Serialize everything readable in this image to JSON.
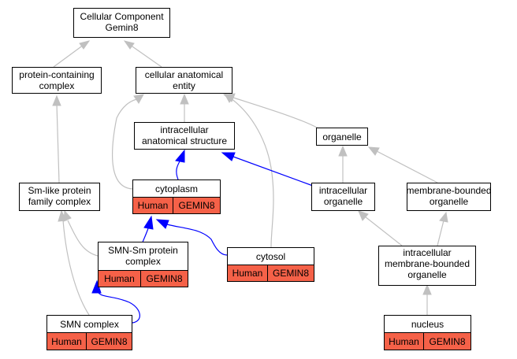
{
  "title": {
    "line1": "Cellular Component",
    "line2": "Gemin8"
  },
  "nodes": {
    "protein_containing_complex": {
      "line1": "protein-containing",
      "line2": "complex"
    },
    "cellular_anatomical_entity": {
      "line1": "cellular anatomical",
      "line2": "entity"
    },
    "intracellular_anatomical_structure": {
      "line1": "intracellular",
      "line2": "anatomical structure"
    },
    "organelle": {
      "line1": "organelle"
    },
    "sm_like_protein_family_complex": {
      "line1": "Sm-like protein",
      "line2": "family complex"
    },
    "cytoplasm": {
      "line1": "cytoplasm",
      "species": "Human",
      "gene": "GEMIN8"
    },
    "intracellular_organelle": {
      "line1": "intracellular",
      "line2": "organelle"
    },
    "membrane_bounded_organelle": {
      "line1": "membrane-bounded",
      "line2": "organelle"
    },
    "smn_sm_protein_complex": {
      "line1": "SMN-Sm protein",
      "line2": "complex",
      "species": "Human",
      "gene": "GEMIN8"
    },
    "cytosol": {
      "line1": "cytosol",
      "species": "Human",
      "gene": "GEMIN8"
    },
    "intracellular_membrane_bounded_organelle": {
      "line1": "intracellular",
      "line2": "membrane-bounded",
      "line3": "organelle"
    },
    "smn_complex": {
      "line1": "SMN complex",
      "species": "Human",
      "gene": "GEMIN8"
    },
    "nucleus": {
      "line1": "nucleus",
      "species": "Human",
      "gene": "GEMIN8"
    }
  },
  "colors": {
    "annotation": "#f56148",
    "part_of_edge": "#0000ff",
    "is_a_edge": "#c0c0c0"
  }
}
